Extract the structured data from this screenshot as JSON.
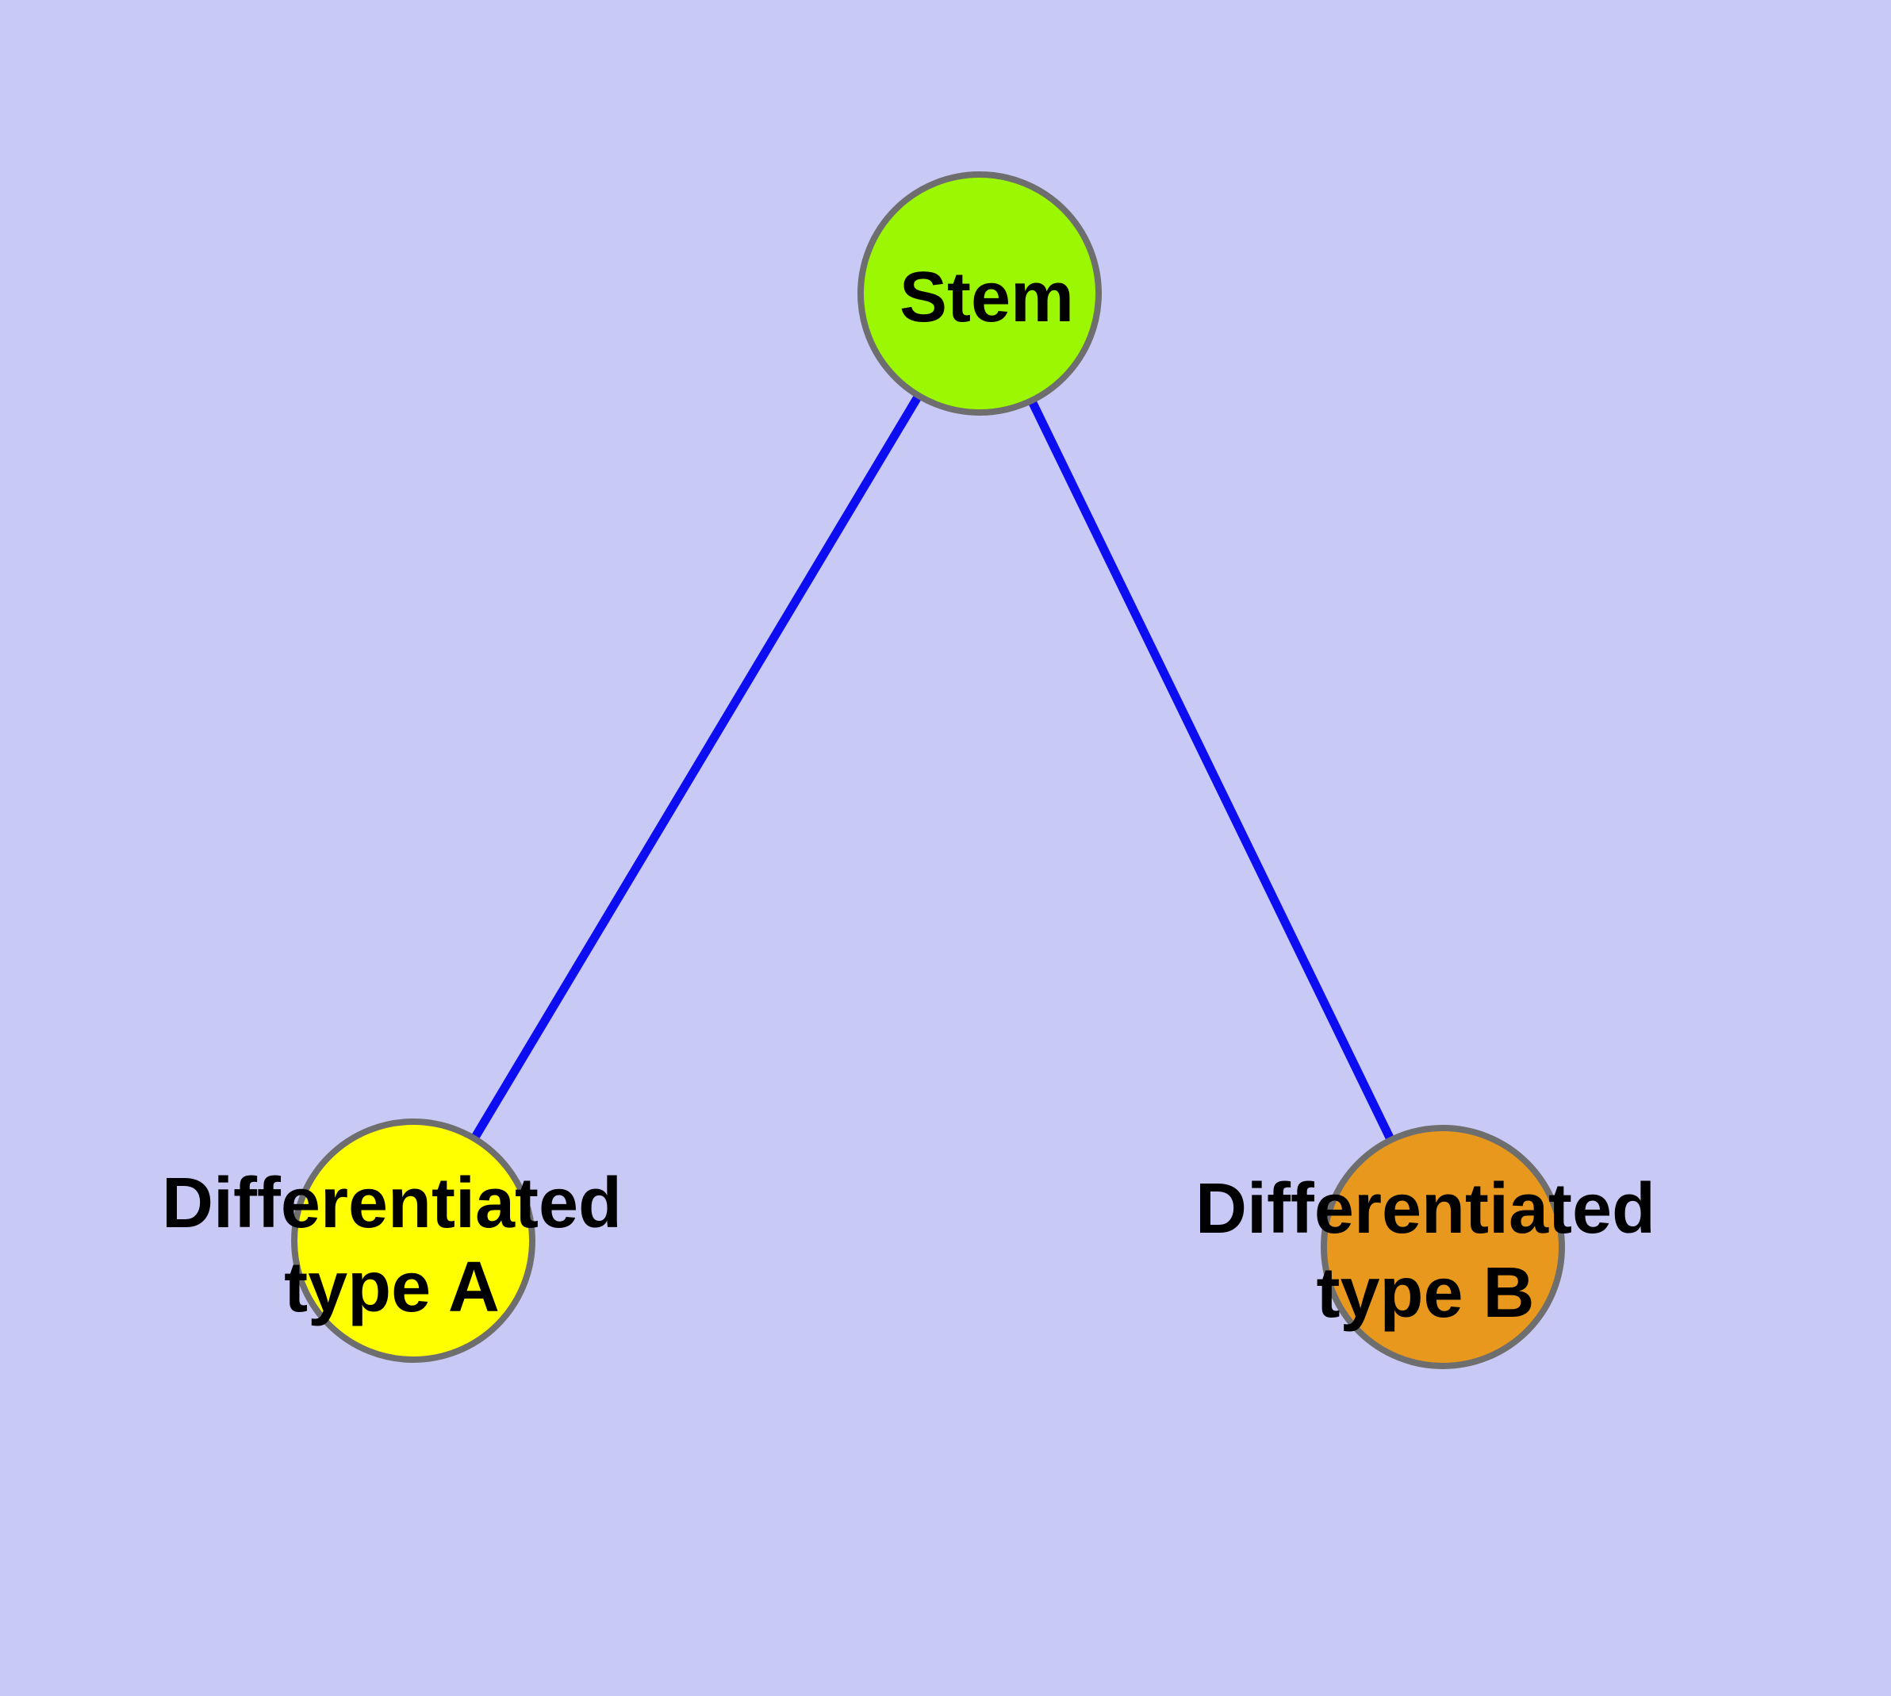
{
  "diagram": {
    "type": "node-link-diagram",
    "background_color": "#c9c9f6",
    "node_border_color": "#6e6e6e",
    "edge_color": "#0d0df2",
    "label_color": "#000000",
    "nodes": {
      "stem": {
        "label": "Stem",
        "fill": "#9cf702"
      },
      "type_a": {
        "label": "Differentiated type A",
        "label_line1": "Differentiated",
        "label_line2": "type A",
        "fill": "#ffff00"
      },
      "type_b": {
        "label": "Differentiated type B",
        "label_line1": "Differentiated",
        "label_line2": "type B",
        "fill": "#e8991d"
      }
    },
    "edges": [
      {
        "from": "Stem",
        "to": "Differentiated type A"
      },
      {
        "from": "Stem",
        "to": "Differentiated type B"
      }
    ]
  }
}
